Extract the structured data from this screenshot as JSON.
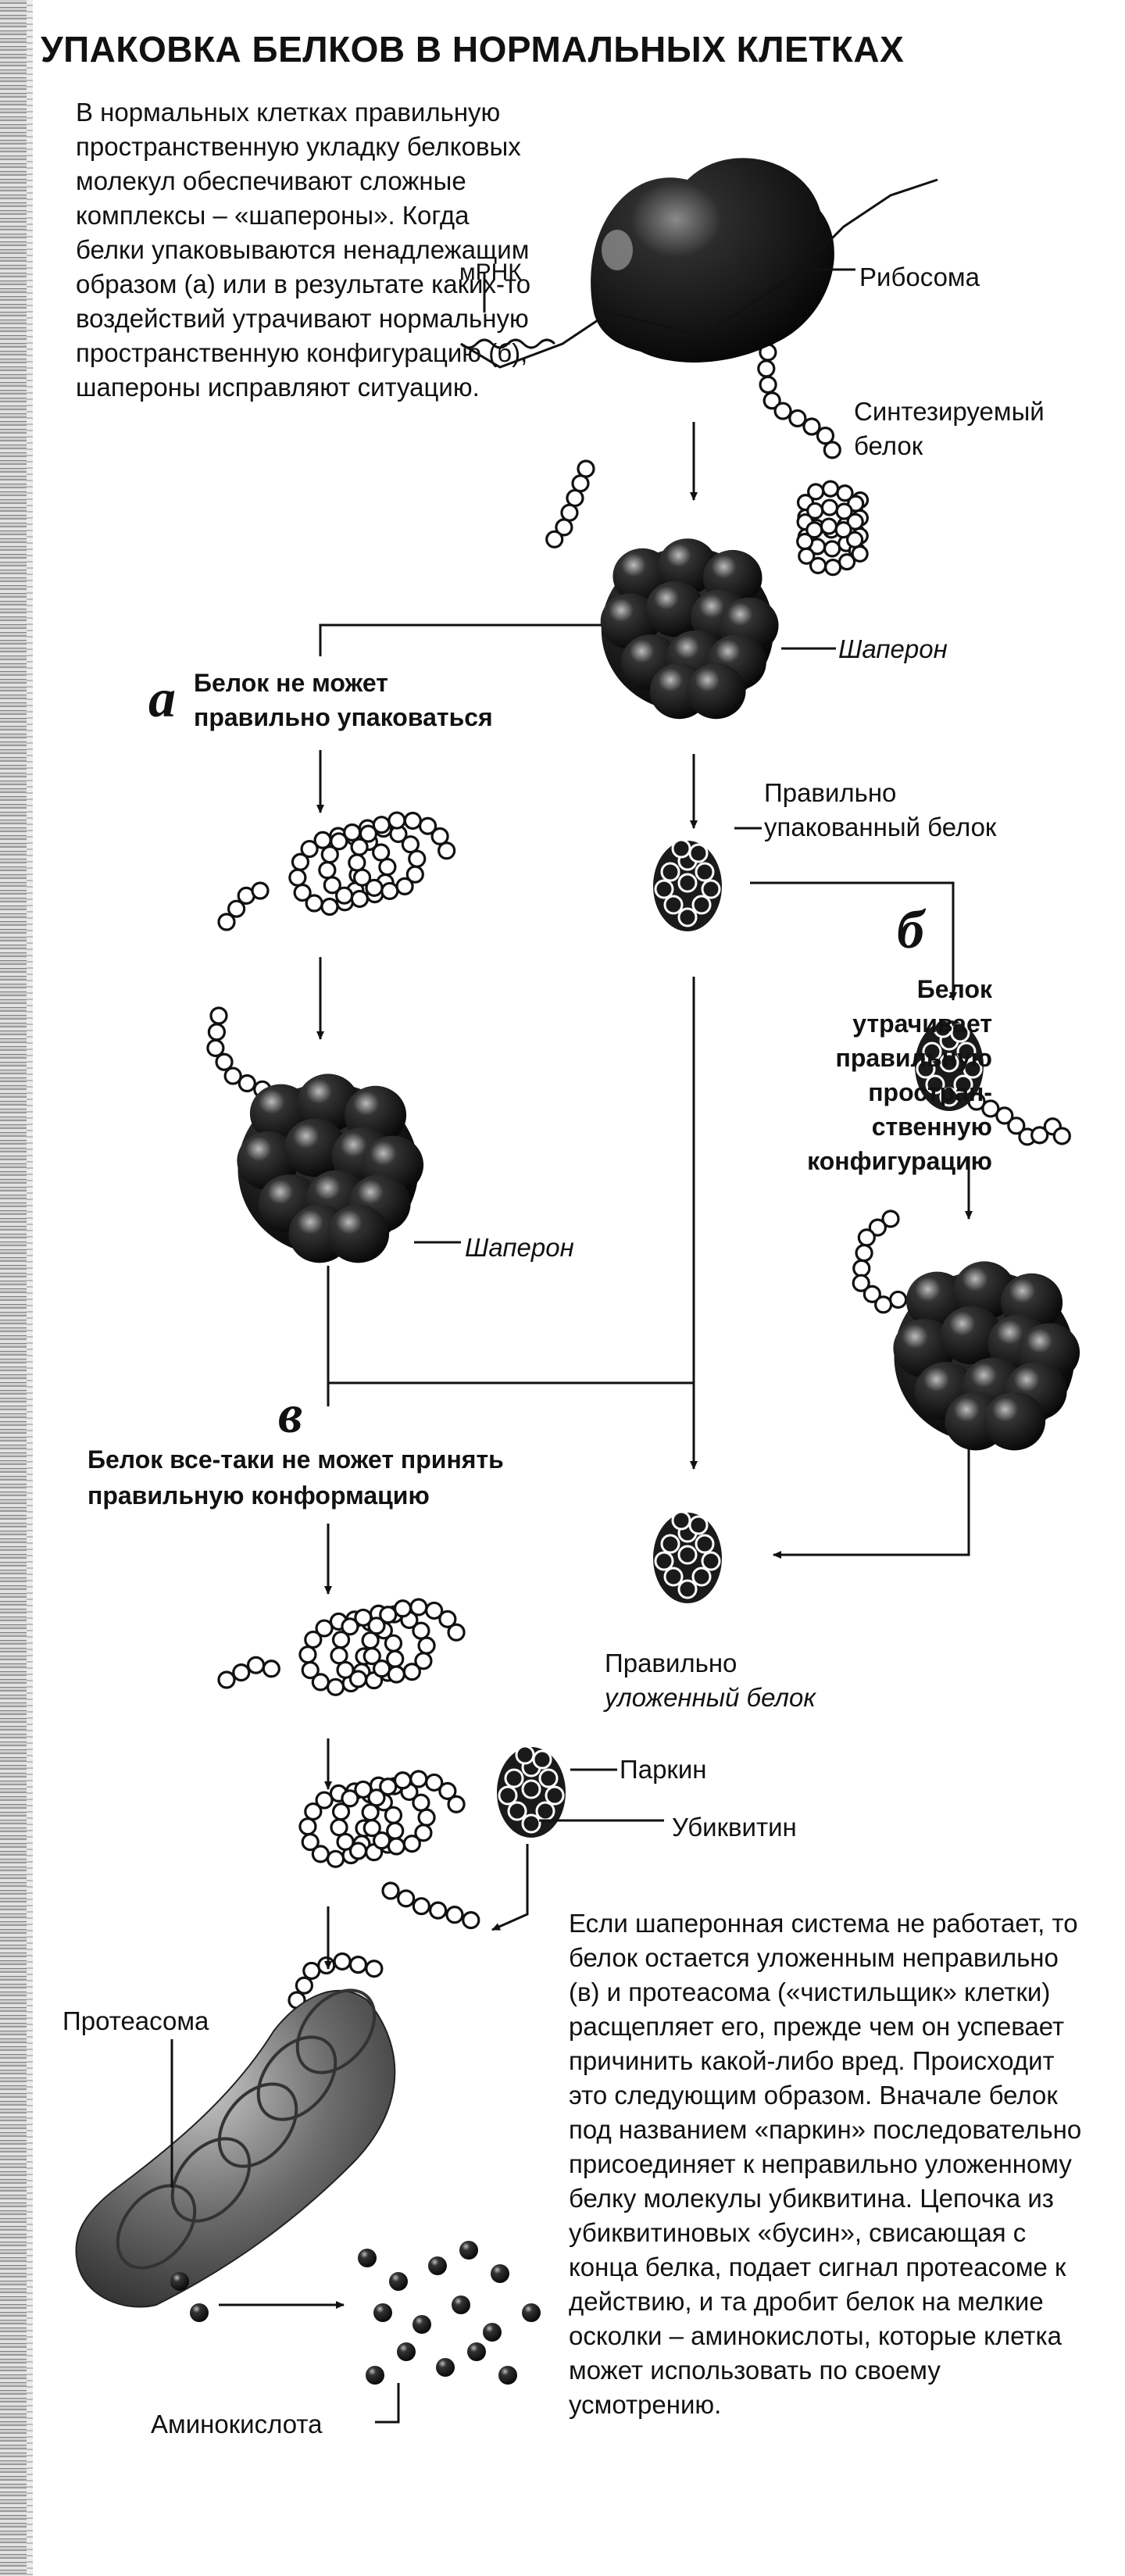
{
  "title": "УПАКОВКА БЕЛКОВ В НОРМАЛЬНЫХ КЛЕТКАХ",
  "intro_text": "В нормальных клетках правильную пространственную укладку белковых молекул обеспечивают сложные комплексы – «шапероны». Когда белки упаковываются ненадлежащим образом (а) или в результате каких-то воздействий утрачивают нормальную пространственную конфигурацию (б), шапероны исправляют ситуацию.",
  "labels": {
    "mrna": "мРНК",
    "ribosome": "Рибосома",
    "synthesized_protein": [
      "Синтезируемый",
      "белок"
    ],
    "chaperone_top": "Шаперон",
    "chaperone_left": "Шаперон",
    "properly_packed": [
      "Правильно",
      "упакованный белок"
    ],
    "properly_folded": [
      "Правильно",
      "уложенный белок"
    ],
    "parkin": "Паркин",
    "ubiquitin": "Убиквитин",
    "proteasome": "Протеасома",
    "amino_acid": "Аминокислота"
  },
  "steps": {
    "a": {
      "letter": "а",
      "text": [
        "Белок не может",
        "правильно упаковаться"
      ]
    },
    "b": {
      "letter": "б",
      "text": [
        "Белок",
        "утрачивает",
        "правильную",
        "простран-",
        "ственную",
        "конфигурацию"
      ]
    },
    "c": {
      "letter": "в",
      "text": [
        "Белок все-таки не может принять",
        "правильную конформацию"
      ]
    }
  },
  "outro_text": "Если шаперонная система не работает, то белок остается уложенным неправильно (в) и протеасома («чистильщик» клетки) расщепляет его, прежде чем он успевает причинить какой-либо вред. Происходит это следующим образом. Вначале белок под названием «паркин» последовательно присоединяет к неправильно уложенному белку молекулы убиквитина. Цепочка из убиквитиновых «бусин», свисающая с конца белка, подает сигнал протеасоме к действию, и та дробит белок на мелкие осколки – аминокислоты, которые клетка может использовать по своему усмотрению.",
  "colors": {
    "ink": "#111111",
    "background": "#ffffff",
    "dark_blob": "#1c1c1c"
  }
}
